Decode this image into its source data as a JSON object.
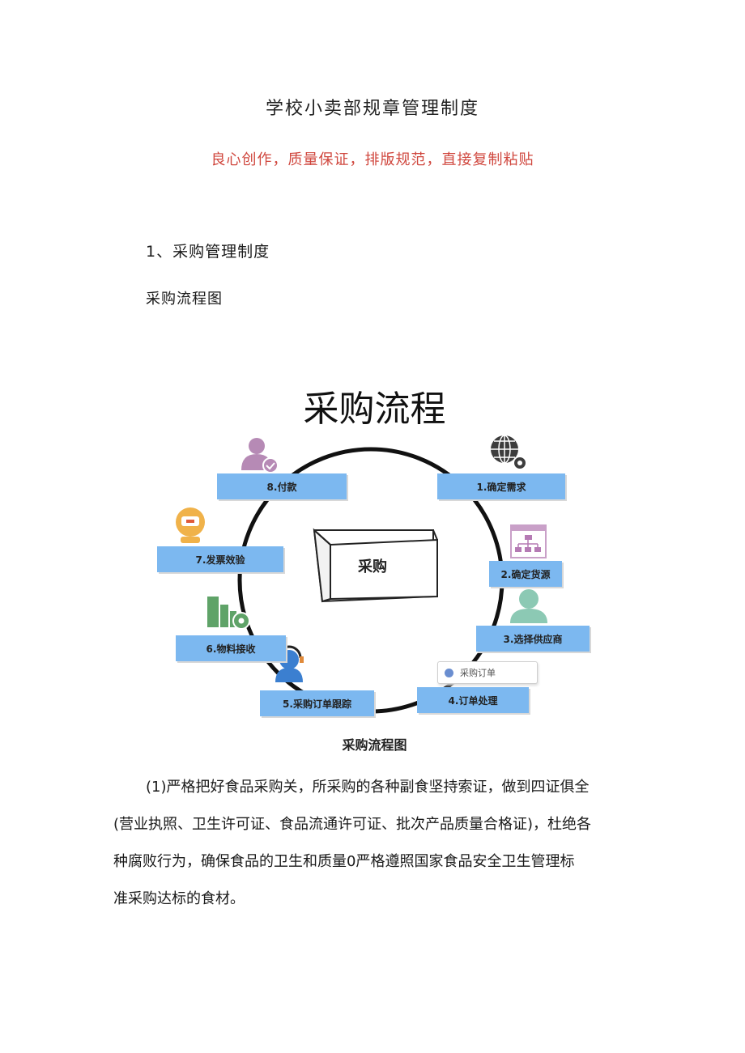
{
  "document": {
    "title": "学校小卖部规章管理制度",
    "subtitle": "良心创作，质量保证，排版规范，直接复制粘贴",
    "section_heading": "1、采购管理制度",
    "figure_caption_top": "采购流程图"
  },
  "diagram": {
    "title": "采购流程",
    "center_label": "采购",
    "order_chip_label": "采购订单",
    "caption": "采购流程图",
    "steps": [
      {
        "label": "1.确定需求",
        "icon": "globe-gear-icon"
      },
      {
        "label": "2.确定货源",
        "icon": "sitemap-window-icon"
      },
      {
        "label": "3.选择供应商",
        "icon": "person-icon"
      },
      {
        "label": "4.订单处理",
        "icon": "document-icon"
      },
      {
        "label": "5.采购订单跟踪",
        "icon": "headset-person-icon"
      },
      {
        "label": "6.物料接收",
        "icon": "buildings-gear-icon"
      },
      {
        "label": "7.发票效验",
        "icon": "robot-icon"
      },
      {
        "label": "8.付款",
        "icon": "person-check-icon"
      }
    ],
    "colors": {
      "step_fill": "#7cb8f0",
      "ring": "#111111",
      "subtitle_red": "#d0473e"
    }
  },
  "paragraph": {
    "lines": [
      "(1)严格把好食品采购关，所采购的各种副食坚持索证，做到四证俱全",
      "(营业执照、卫生许可证、食品流通许可证、批次产品质量合格证)，杜绝各",
      "种腐败行为，确保食品的卫生和质量0严格遵照国家食品安全卫生管理标",
      "准采购达标的食材。"
    ]
  }
}
